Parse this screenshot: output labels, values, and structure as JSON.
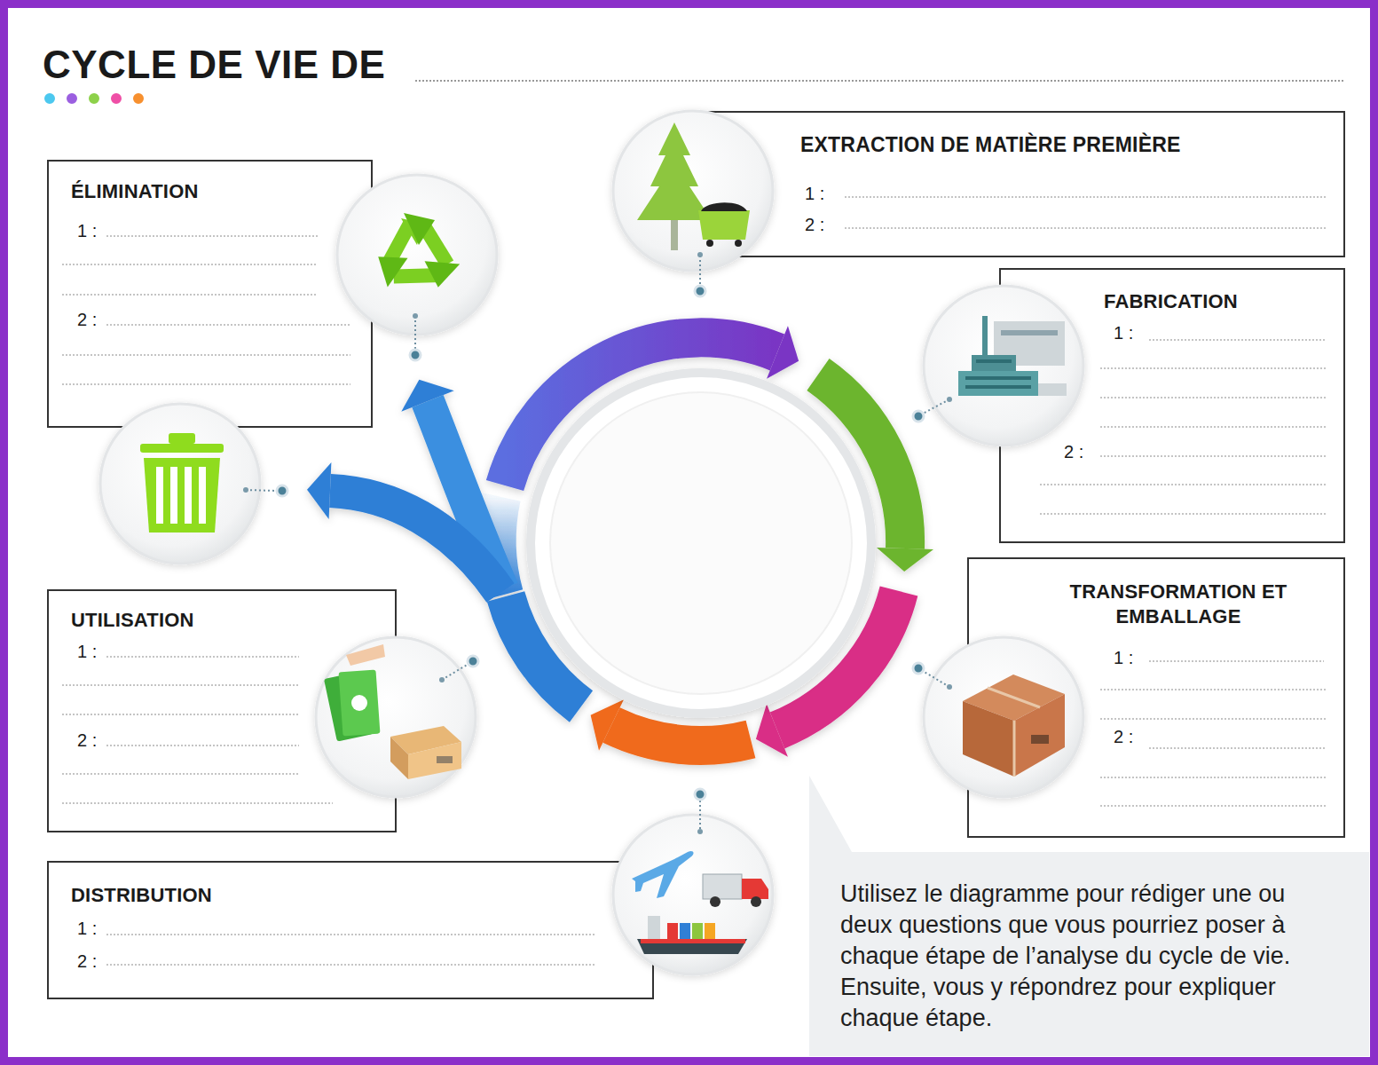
{
  "diagram": {
    "title": "CYCLE DE VIE DE",
    "nodes": [
      {
        "text": [
          "EXTRACTION DE MATIÈRE PREMIÈRE",
          "1 :",
          "2 :"
        ]
      },
      {
        "text": [
          "ÉLIMINATION",
          "1 :",
          "2 :"
        ]
      },
      {
        "text": [
          "FABRICATION",
          "1 :",
          "2 :"
        ]
      },
      {
        "text": [
          "TRANSFORMATION ET EMBALLAGE",
          "1 :",
          "2 :"
        ]
      },
      {
        "text": [
          "UTILISATION",
          "1 :",
          "2 :"
        ]
      },
      {
        "text": [
          "DISTRIBUTION",
          "1 :",
          "2 :"
        ]
      },
      {
        "text": [
          "Utilisez le diagramme pour rédiger une ou deux questions que vous pourriez poser à chaque étape de l’analyse du cycle de vie. Ensuite, vous y répondrez pour expliquer chaque étape."
        ]
      }
    ]
  }
}
